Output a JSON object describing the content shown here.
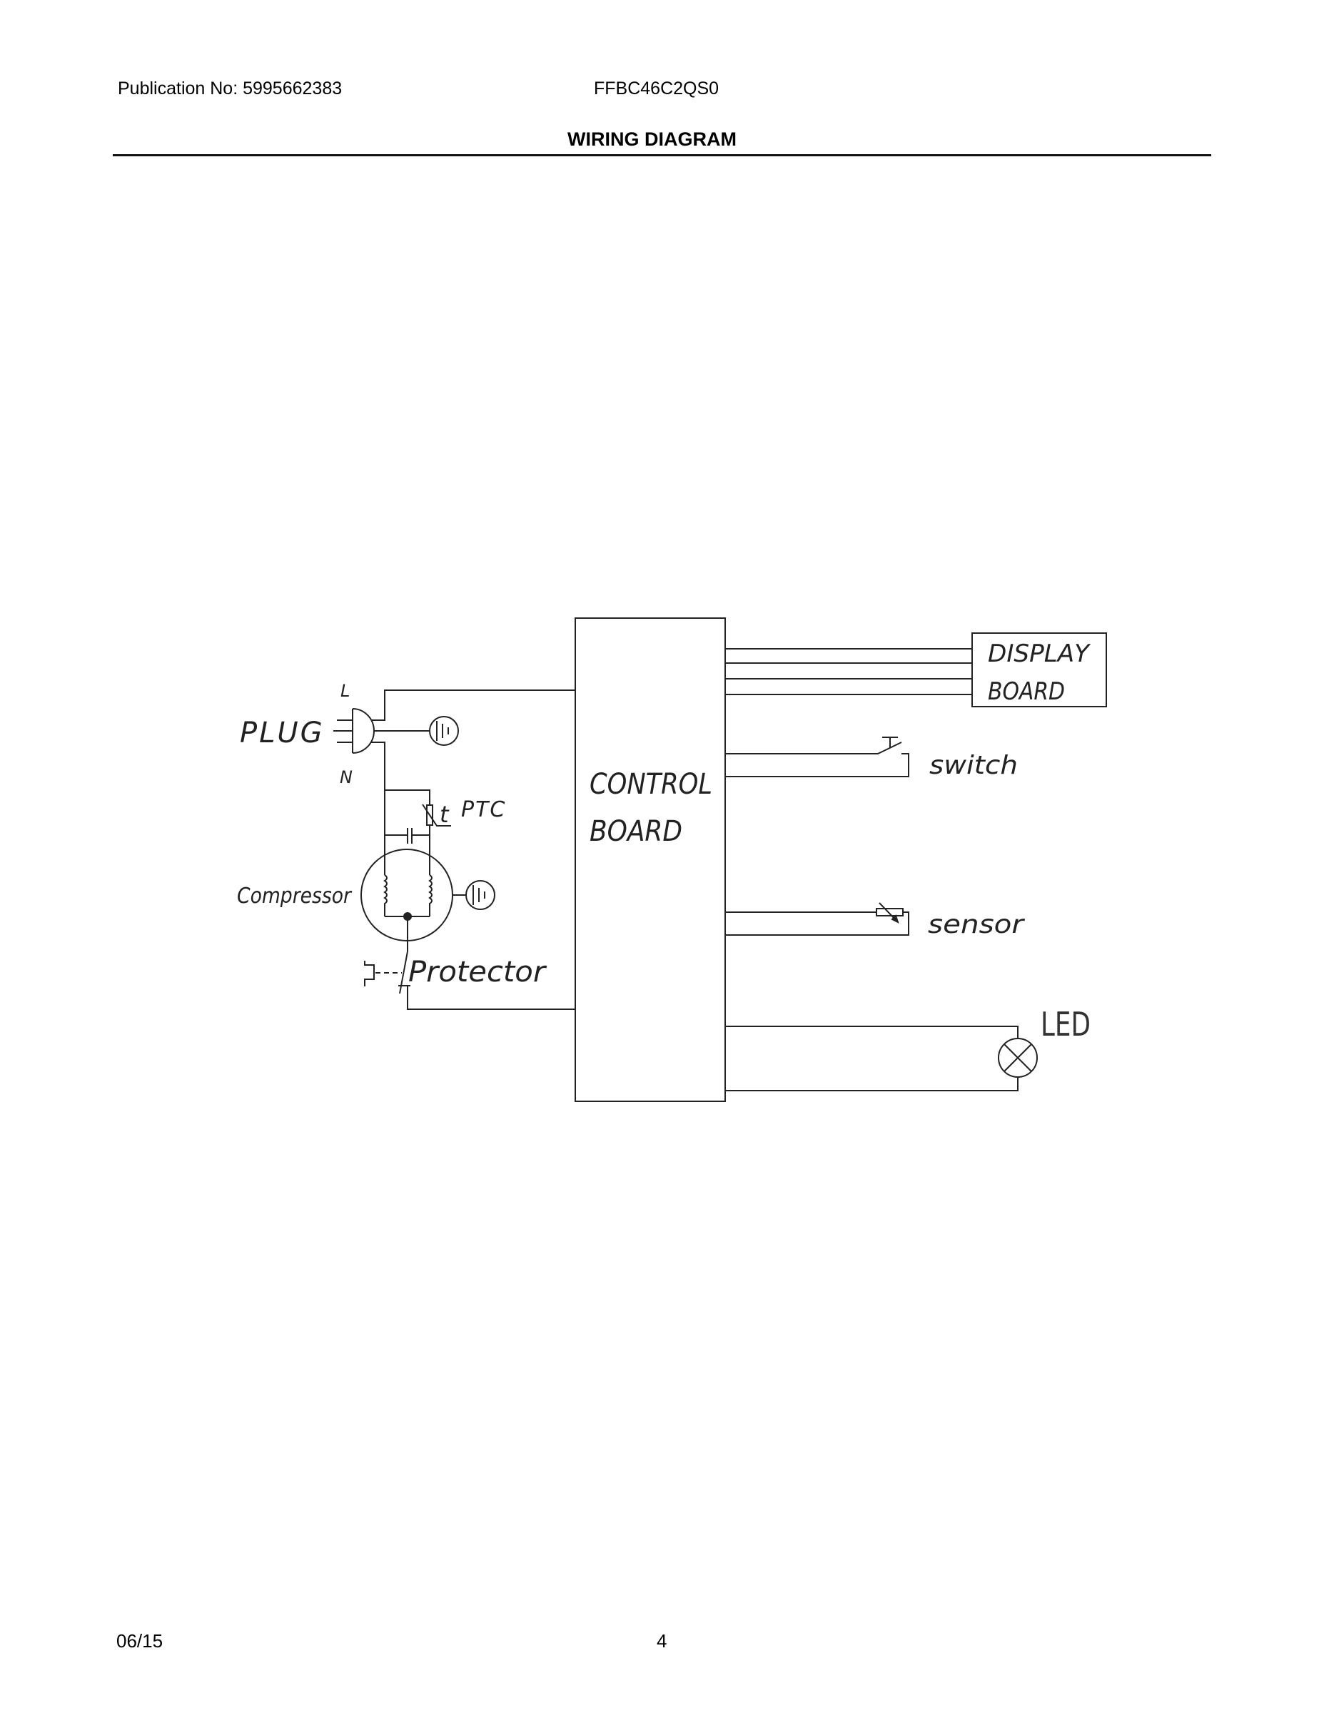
{
  "header": {
    "publication": "Publication No: 5995662383",
    "model": "FFBC46C2QS0",
    "title": "WIRING DIAGRAM"
  },
  "footer": {
    "date": "06/15",
    "page": "4"
  },
  "diagram": {
    "plug": {
      "label": "PLUG",
      "line_label": "L",
      "neutral_label": "N"
    },
    "ptc": {
      "label": "PTC",
      "symbol": "t"
    },
    "compressor": {
      "label": "Compressor"
    },
    "protector": {
      "label": "Protector"
    },
    "control_board": {
      "line1": "CONTROL",
      "line2": "BOARD"
    },
    "display_board": {
      "line1": "DISPLAY",
      "line2": "BOARD",
      "wire_count": 4
    },
    "switch": {
      "label": "switch"
    },
    "sensor": {
      "label": "sensor"
    },
    "led": {
      "label": "LED"
    },
    "icons": [
      "ground-icon",
      "ground-icon",
      "lamp-icon",
      "thermistor-icon",
      "capacitor-icon",
      "coil-icon"
    ],
    "colors": {
      "line": "#222222",
      "text": "#222222",
      "background": "#ffffff"
    }
  }
}
